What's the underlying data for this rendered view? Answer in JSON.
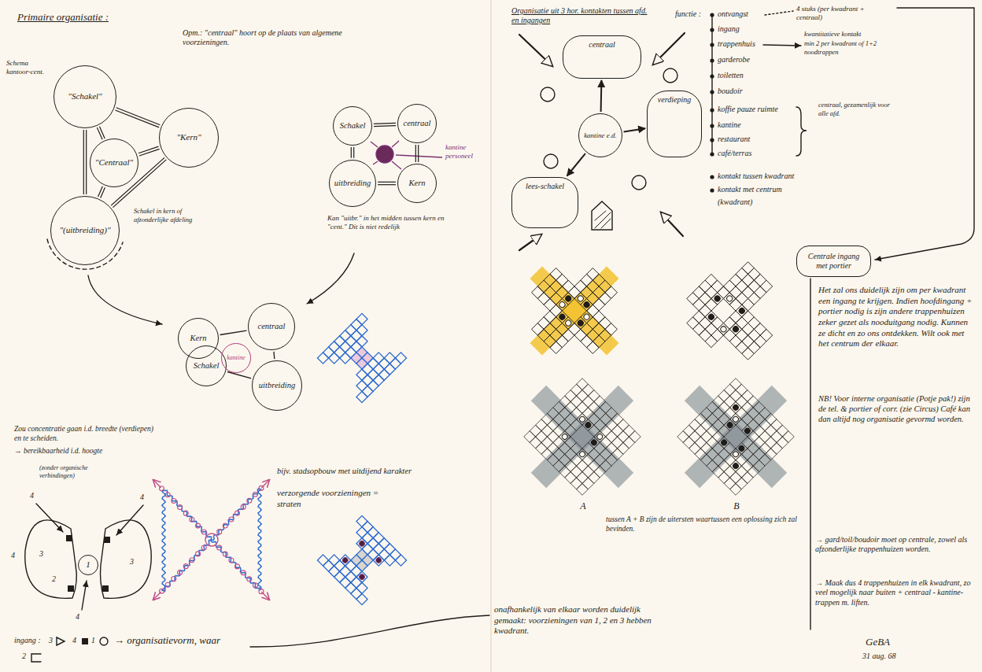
{
  "diagram": {
    "title": "Primaire organisatie :",
    "nodes": [
      {
        "text": [
          "\"Schakel\""
        ]
      },
      {
        "text": [
          "\"Centraal\""
        ]
      },
      {
        "text": [
          "\"Kern\""
        ]
      },
      {
        "text": [
          "\"(uitbreiding)\""
        ]
      },
      {
        "text": [
          "Schakel"
        ]
      },
      {
        "text": [
          "centraal"
        ]
      },
      {
        "text": [
          "uitbreiding"
        ]
      },
      {
        "text": [
          "Kern"
        ]
      },
      {
        "text": [
          "Kern"
        ]
      },
      {
        "text": [
          "Schakel"
        ]
      },
      {
        "text": [
          "centraal"
        ]
      },
      {
        "text": [
          "kantine"
        ]
      },
      {
        "text": [
          "uitbreiding"
        ]
      },
      {
        "text": [
          "1"
        ]
      },
      {
        "text": [
          "centraal"
        ]
      },
      {
        "text": [
          "verdieping"
        ]
      },
      {
        "text": [
          "lees-schakel"
        ]
      },
      {
        "text": [
          "kantine e.d."
        ]
      },
      {
        "text": [
          "Centrale ingang met portier"
        ]
      }
    ],
    "edges": [
      {
        "from": 0,
        "to": 1,
        "arrow": "none"
      },
      {
        "from": 0,
        "to": 2,
        "arrow": "none"
      },
      {
        "from": 1,
        "to": 2,
        "arrow": "none"
      },
      {
        "from": 1,
        "to": 3,
        "arrow": "none"
      },
      {
        "from": 0,
        "to": 3,
        "arrow": "none"
      },
      {
        "from": 2,
        "to": 3,
        "arrow": "none"
      },
      {
        "from": 4,
        "to": 5,
        "arrow": "none"
      },
      {
        "from": 5,
        "to": 7,
        "arrow": "none"
      },
      {
        "from": 7,
        "to": 6,
        "arrow": "none"
      },
      {
        "from": 6,
        "to": 4,
        "arrow": "none"
      },
      {
        "from": 8,
        "to": 10,
        "arrow": "none"
      },
      {
        "from": 10,
        "to": 12,
        "arrow": "none"
      },
      {
        "from": 9,
        "to": 12,
        "arrow": "none"
      },
      {
        "from": 17,
        "to": 14,
        "arrow": "to"
      },
      {
        "from": 17,
        "to": 15,
        "arrow": "to"
      },
      {
        "from": 17,
        "to": 16,
        "arrow": "to"
      }
    ],
    "labels": [
      "Schema kantoor-cent.",
      "Opm.: \"centraal\" hoort op de plaats van algemene voorzieningen.",
      "kantine personeel",
      "Schakel in kern of afzonderlijke afdeling",
      "Kan \"uitbr.\" in het midden tussen kern en \"cent.\" Dit is niet redelijk",
      "Zou concentratie gaan i.d. breedte (verdiepen) en te scheiden.",
      "→ bereikbaarheid i.d. hoogte",
      "(zonder organische verbindingen)",
      "4",
      "4",
      "3",
      "3",
      "2",
      "4",
      "4",
      "ingang :",
      "2",
      "3",
      "4",
      "1",
      "→ organisatievorm, waar",
      "bijv. stadsopbouw met uitdijend karakter",
      "verzorgende voorzieningen = straten",
      "Organisatie uit 3 hor. kontakten tussen afd. en ingangen",
      "functie :",
      "ontvangst",
      "ingang",
      "trappenhuis",
      "garderobe",
      "toiletten",
      "boudoir",
      "koffie pauze ruimte",
      "kantine",
      "restaurant",
      "café/terras",
      "kontakt tussen kwadrant",
      "kontakt met centrum",
      "(kwadrant)",
      "4 stuks (per kwadrant + centraal)",
      "kwantitatieve kontakt",
      "min 2 per kwadrant of 1+2 noodtrappen",
      "centraal, gezamenlijk voor alle afd.",
      "Het zal ons duidelijk zijn om per kwadrant een ingang te krijgen. Indien hoofdingang + portier nodig is zijn andere trappenhuizen zeker gezet als nooduitgang nodig. Kunnen ze dicht en zo ons ontdekken. Wilt ook met het centrum der elkaar.",
      "NB! Voor interne organisatie (Potje pak!) zijn de tel. & portier of corr. (zie Circus) Café kan dan altijd nog organisatie gevormd worden.",
      "→ gard/toil/boudoir moet op centrale, zowel als afzonderlijke trappenhuizen worden.",
      "→ Maak dus 4 trappenhuizen in elk kwadrant, zo veel mogelijk naar buiten + centraal - kantine-trappen m. liften.",
      "tussen A + B zijn de uitersten waartussen een oplossing zich zal bevinden.",
      "A",
      "B",
      "onafhankelijk van elkaar worden duidelijk gemaakt: voorzieningen van 1, 2 en 3 hebben kwadrant.",
      "GeBA",
      "31 aug. 68"
    ]
  }
}
